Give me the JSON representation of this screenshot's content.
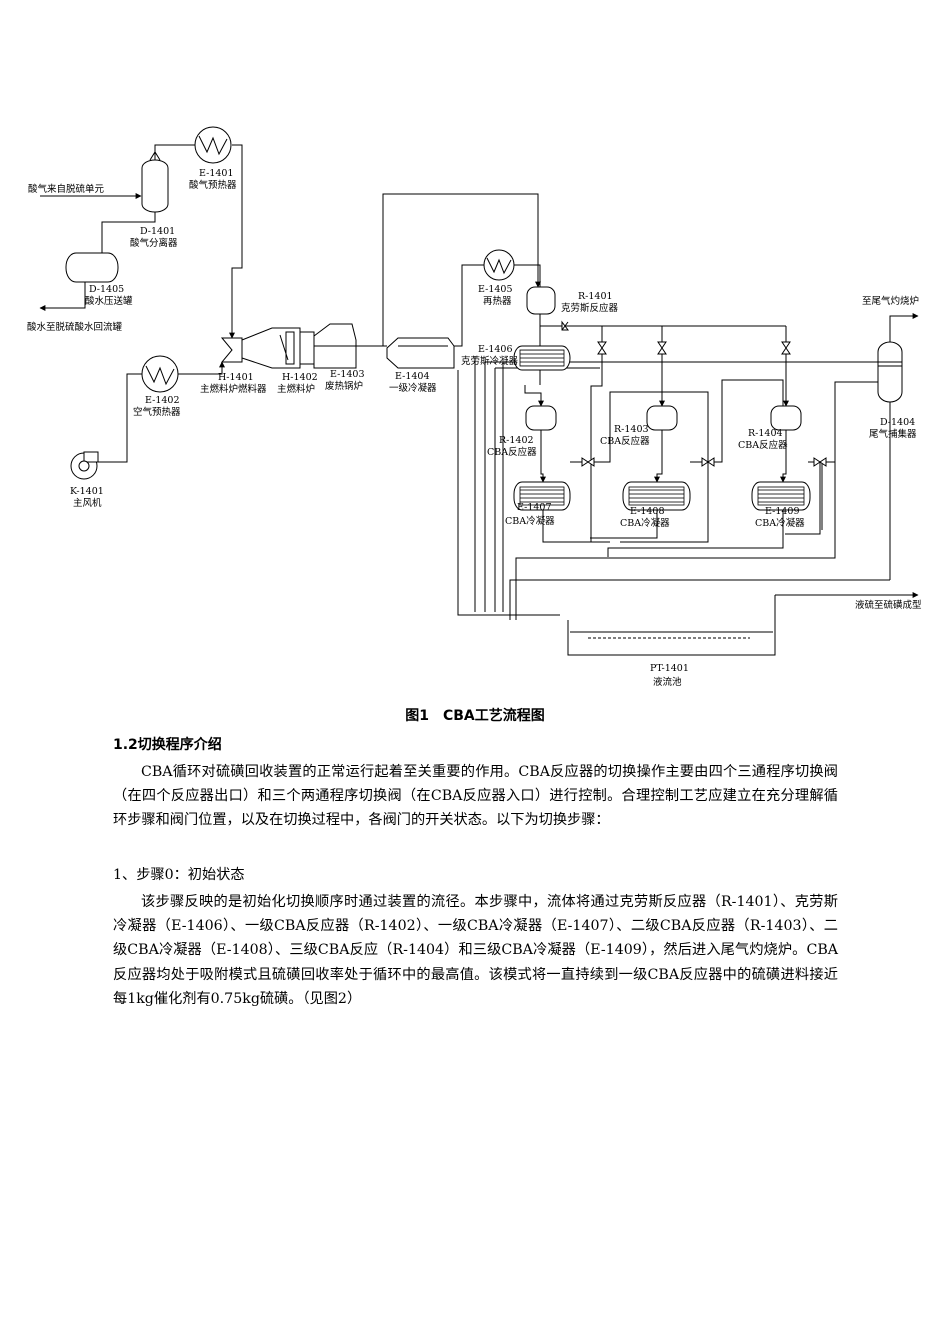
{
  "diagram": {
    "labels": {
      "acid_gas_in": "酸气来自脱硫单元",
      "e1401_id": "E-1401",
      "e1401_name": "酸气预热器",
      "d1401_id": "D-1401",
      "d1401_name": "酸气分离器",
      "d1405_id": "D-1405",
      "d1405_name": "酸水压送罐",
      "sour_water_out": "酸水至脱硫酸水回流罐",
      "e1402_id": "E-1402",
      "e1402_name": "空气预热器",
      "k1401_id": "K-1401",
      "k1401_name": "主风机",
      "h1401_id": "H-1401",
      "h1401_name": "主燃料炉燃料器",
      "h1402_id": "H-1402",
      "h1402_name": "主燃料炉",
      "e1403_id": "E-1403",
      "e1403_name": "废热锅炉",
      "e1404_id": "E-1404",
      "e1404_name": "一级冷凝器",
      "e1405_id": "E-1405",
      "e1405_name": "再热器",
      "r1401_id": "R-1401",
      "r1401_name": "克劳斯反应器",
      "e1406_id": "E-1406",
      "e1406_name": "克劳斯冷凝器",
      "r1402_id": "R-1402",
      "r1402_name": "CBA反应器",
      "r1403_id": "R-1403",
      "r1403_name": "CBA反应器",
      "r1404_id": "R-1404",
      "r1404_name": "CBA反应器",
      "e1407_id": "E-1407",
      "e1407_name": "CBA冷凝器",
      "e1408_id": "E-1408",
      "e1408_name": "CBA冷凝器",
      "e1409_id": "E-1409",
      "e1409_name": "CBA冷凝器",
      "to_incinerator": "至尾气灼烧炉",
      "d1404_id": "D-1404",
      "d1404_name": "尾气捕集器",
      "sulfur_out": "液硫至硫磺成型",
      "pt1401_id": "PT-1401",
      "pt1401_name": "液流池"
    }
  },
  "caption": "图1　CBA工艺流程图",
  "section_heading": "1.2切换程序介绍",
  "para1": "CBA循环对硫磺回收装置的正常运行起着至关重要的作用。CBA反应器的切换操作主要由四个三通程序切换阀（在四个反应器出口）和三个两通程序切换阀（在CBA反应器入口）进行控制。合理控制工艺应建立在充分理解循环步骤和阀门位置，以及在切换过程中，各阀门的开关状态。以下为切换步骤：",
  "step0_heading": "1、步骤0：初始状态",
  "para2": "该步骤反映的是初始化切换顺序时通过装置的流径。本步骤中，流体将通过克劳斯反应器（R-1401）、克劳斯冷凝器（E-1406）、一级CBA反应器（R-1402）、一级CBA冷凝器（E-1407）、二级CBA反应器（R-1403）、二级CBA冷凝器（E-1408）、三级CBA反应（R-1404）和三级CBA冷凝器（E-1409），然后进入尾气灼烧炉。CBA反应器均处于吸附模式且硫磺回收率处于循环中的最高值。该模式将一直持续到一级CBA反应器中的硫磺进料接近每1kg催化剂有0.75kg硫磺。（见图2）"
}
